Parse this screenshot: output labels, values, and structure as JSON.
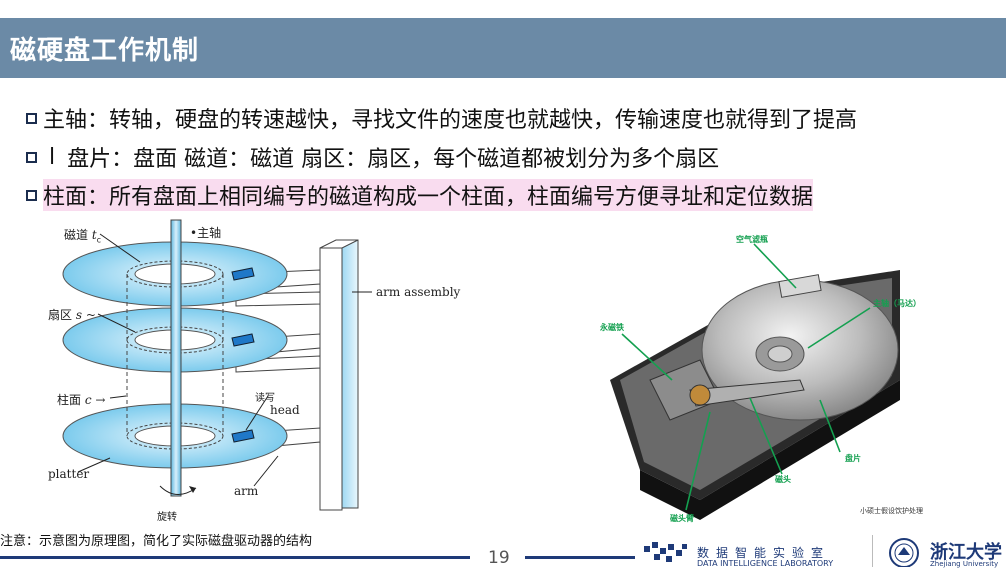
{
  "title": "磁硬盘工作机制",
  "bullets": {
    "b1": "主轴：转轴，硬盘的转速越快，寻找文件的速度也就越快，传输速度也就得到了提高",
    "b2_mark": "l",
    "b2": "盘片：盘面 磁道：磁道 扇区：扇区，每个磁道都被划分为多个扇区",
    "b3": "柱面：所有盘面上相同编号的磁道构成一个柱面，柱面编号方便寻址和定位数据"
  },
  "diagram": {
    "track_label": "磁道",
    "track_var": "t",
    "track_sub": "c",
    "spindle_label": "•主轴",
    "sector_label": "扇区",
    "sector_var": "s ~",
    "cylinder_label": "柱面",
    "cylinder_var": "c →",
    "rw_label": "读写",
    "head_label": "head",
    "arm_assembly_label": "arm assembly",
    "platter_label": "platter",
    "arm_label": "arm",
    "rotation_label": "旋转"
  },
  "photo": {
    "air_filter": "空气滤瓶",
    "magnet": "永磁铁",
    "spindle_motor": "主轴（马达）",
    "platter": "盘片",
    "head": "磁头",
    "head_arm": "磁头臂",
    "credit": "小硕士假设饮护处理"
  },
  "note": "注意：示意图为原理图，简化了实际磁盘驱动器的结构",
  "footer": {
    "page_number": "19",
    "lab_cn": "数据智能实验室",
    "lab_en": "DATA INTELLIGENCE LABORATORY",
    "university_cn": "浙江大学",
    "university_en": "Zhejiang University"
  }
}
